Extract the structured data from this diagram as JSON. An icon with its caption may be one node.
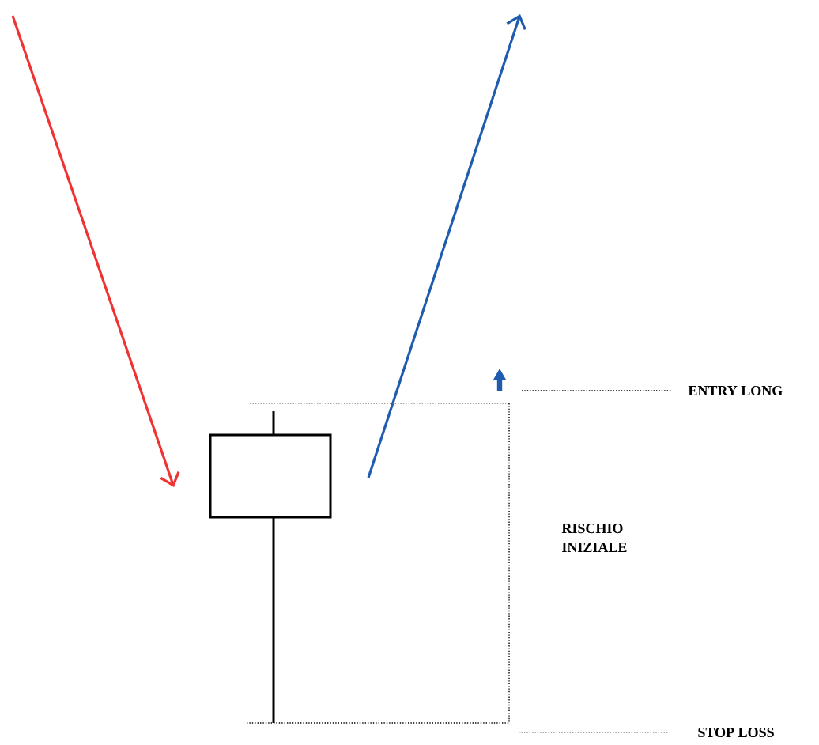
{
  "diagram": {
    "labels": [
      "ENTRY LONG",
      "RISCHIO INIZIALE",
      "STOP LOSS"
    ]
  }
}
